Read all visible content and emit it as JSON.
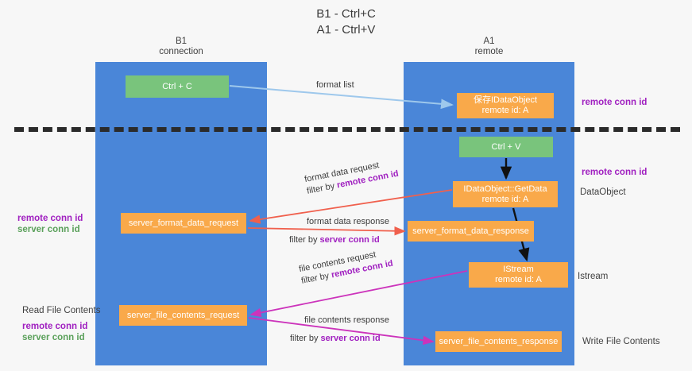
{
  "title": "B1 - Ctrl+C\nA1 - Ctrl+V",
  "lanes": [
    {
      "id": "b1",
      "heading": "B1\nconnection"
    },
    {
      "id": "a1",
      "heading": "A1\nremote"
    }
  ],
  "nodes": {
    "ctrl_c": {
      "line1": "Ctrl + C",
      "line2": ""
    },
    "idataobject_store": {
      "line1": "保存IDataObject",
      "line2": "remote id: A"
    },
    "ctrl_v": {
      "line1": "Ctrl + V",
      "line2": ""
    },
    "getdata": {
      "line1": "IDataObject::GetData",
      "line2": "remote id: A"
    },
    "server_format_data_request": {
      "line1": "server_format_data_request",
      "line2": ""
    },
    "server_format_data_response": {
      "line1": "server_format_data_response",
      "line2": ""
    },
    "istream": {
      "line1": "IStream",
      "line2": "remote id: A"
    },
    "server_file_contents_request": {
      "line1": "server_file_contents_request",
      "line2": ""
    },
    "server_file_contents_response": {
      "line1": "server_file_contents_response",
      "line2": ""
    }
  },
  "edge_labels": {
    "format_list": {
      "text": "format list"
    },
    "format_data_request": {
      "line1": "format data request",
      "prefix": "filter by ",
      "highlight": "remote conn id"
    },
    "format_data_response": {
      "line1": "format data response",
      "prefix": "filter by ",
      "highlight": "server conn id"
    },
    "file_contents_request": {
      "line1": "file contents request",
      "prefix": "filter by ",
      "highlight": "remote conn id"
    },
    "file_contents_response": {
      "line1": "file contents response",
      "prefix": "filter by ",
      "highlight": "server conn id"
    }
  },
  "side_notes": {
    "remote_conn_id_top": "remote conn id",
    "remote_conn_id_mid": "remote conn id",
    "dataobject": "DataObject",
    "istream": "Istream",
    "write_file_contents": "Write File Contents"
  },
  "left_notes": {
    "pair_top": {
      "remote": "remote conn id",
      "server": "server conn id"
    },
    "read_label": "Read File Contents",
    "pair_bottom": {
      "remote": "remote conn id",
      "server": "server conn id"
    }
  },
  "colors": {
    "lane": "#4a86d8",
    "green_node": "#79c47c",
    "orange_node": "#f9a94a",
    "magenta": "#a020c0",
    "green_text": "#5aa05a",
    "arrow_lightblue": "#9ec8ec",
    "arrow_red": "#f0604d",
    "arrow_magenta": "#cc33bb",
    "arrow_black": "#111111",
    "background": "#f7f7f7"
  }
}
